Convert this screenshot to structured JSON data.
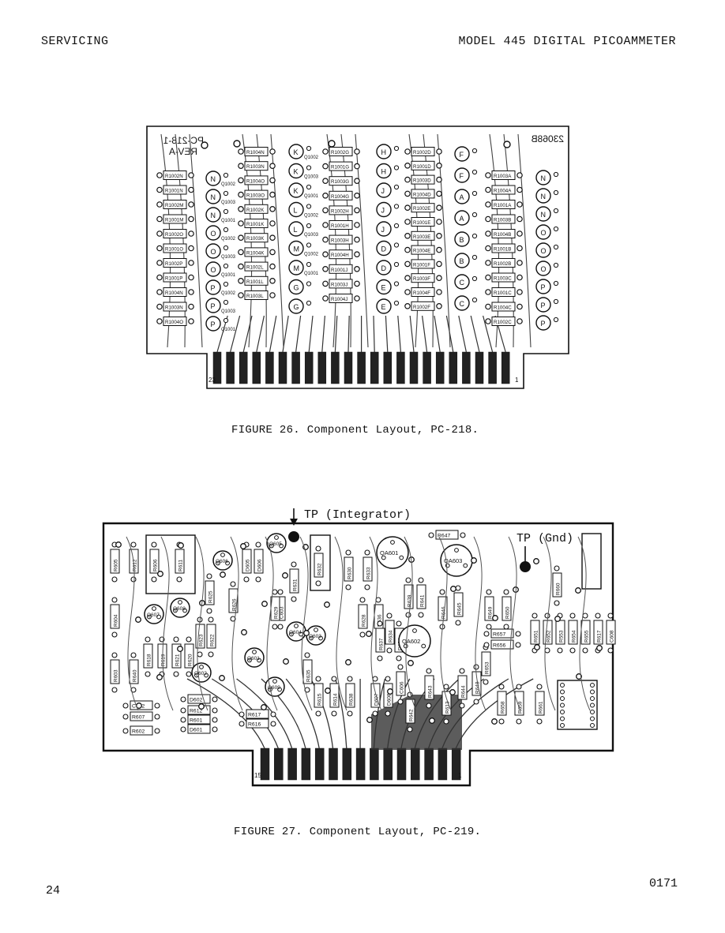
{
  "header": {
    "section": "SERVICING",
    "model": "MODEL 445 DIGITAL PICOAMMETER"
  },
  "figure26": {
    "caption": "FIGURE 26.  Component Layout, PC-218.",
    "board_label": "PC-218-1",
    "rev_label": "REV-A",
    "part_number": "23068B",
    "edge_left": "23",
    "edge_right": "1",
    "resistors": [
      "R1002N",
      "R1001N",
      "R1002M",
      "R1001M",
      "R1002O",
      "R1001O",
      "R1002P",
      "R1001P",
      "R1004N",
      "R1003N",
      "R1004O",
      "R1003O",
      "R1002K",
      "R1001K",
      "R1003K",
      "R1004K",
      "R1002L",
      "R1001L",
      "R1003L",
      "R1004L",
      "R1002G",
      "R1001G",
      "R1003G",
      "R1004G",
      "R1002H",
      "R1001H",
      "R1003H",
      "R1004H",
      "R1001J",
      "R1003J",
      "R1004J",
      "R1002J",
      "R1002D",
      "R1001D",
      "R1003D",
      "R1004D",
      "R1002E",
      "R1001E",
      "R1003E",
      "R1004E",
      "R1001F",
      "R1003F",
      "R1004F",
      "R1002F",
      "R1003A",
      "R1004A",
      "R1001A",
      "R1003B",
      "R1004B",
      "R1001B",
      "R1002B",
      "R1003C",
      "R1001C",
      "R1004C",
      "R1002C"
    ],
    "transistor_letters": [
      "N",
      "N",
      "N",
      "O",
      "O",
      "O",
      "P",
      "P",
      "P",
      "K",
      "K",
      "K",
      "L",
      "L",
      "M",
      "M",
      "G",
      "G",
      "H",
      "H",
      "J",
      "J",
      "J",
      "D",
      "D",
      "E",
      "E",
      "F",
      "F",
      "A",
      "A",
      "B",
      "B",
      "C",
      "C"
    ],
    "transistor_refs": [
      "Q1002",
      "Q1003",
      "Q1001",
      "Q1002",
      "Q1003",
      "Q1001",
      "Q1002",
      "Q1003",
      "Q1001",
      "Q1002",
      "Q1003",
      "Q1001",
      "Q1002",
      "Q1003",
      "Q1002",
      "Q1001"
    ]
  },
  "figure27": {
    "caption": "FIGURE 27.  Component Layout, PC-219.",
    "tp_integrator": "TP (Integrator)",
    "tp_gnd": "TP (Gnd)",
    "edge_left": "15",
    "edge_right": "1",
    "components_vertical": [
      "R605",
      "R612",
      "R606",
      "R611",
      "R604",
      "R603",
      "R640",
      "R618",
      "R619",
      "R621",
      "R620",
      "R623",
      "R622",
      "R625",
      "R626",
      "D605",
      "D606",
      "C603",
      "R631",
      "R632",
      "R629",
      "R630",
      "R633",
      "R635",
      "R615",
      "R614",
      "R628",
      "R636",
      "R637",
      "R638",
      "R634",
      "D604",
      "R639",
      "D607",
      "D608",
      "C606",
      "R641",
      "R642",
      "R643",
      "R646",
      "R613",
      "R645",
      "R644",
      "R648",
      "R649",
      "R650",
      "R651",
      "R652",
      "R553",
      "R654",
      "R655",
      "R617",
      "C608",
      "R653",
      "R658",
      "R659",
      "R661",
      "R660"
    ],
    "components_horizontal": [
      "R647",
      "R657",
      "R656",
      "D602",
      "R612H",
      "R601",
      "R607",
      "R602",
      "R617H",
      "R616",
      "C602",
      "D601"
    ],
    "transistors": [
      "Q605",
      "Q606",
      "Q607",
      "Q608",
      "Q604",
      "Q603",
      "Q602",
      "Q601",
      "Q609",
      "QA601",
      "QA602",
      "QA603"
    ]
  },
  "footer": {
    "page_number": "24",
    "doc_code": "0171"
  }
}
